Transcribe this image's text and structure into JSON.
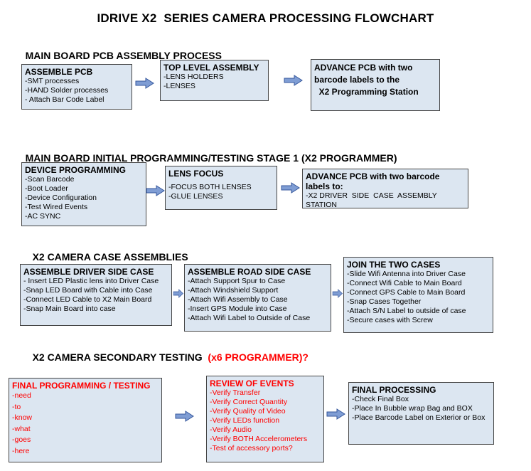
{
  "title": "IDRIVE X2  SERIES CAMERA PROCESSING FLOWCHART",
  "colors": {
    "box_bg": "#dce6f1",
    "box_border": "#464646",
    "arrow_fill": "#7f9dd4",
    "arrow_stroke": "#34569b",
    "red": "#ff0000"
  },
  "sections": [
    {
      "heading": "MAIN BOARD PCB ASSEMBLY PROCESS",
      "boxes": [
        {
          "title": "ASSEMBLE PCB",
          "items": [
            "-SMT processes",
            "-HAND Solder processes",
            "- Attach Bar Code Label"
          ]
        },
        {
          "title": "TOP LEVEL ASSEMBLY",
          "items": [
            "-LENS HOLDERS",
            "-LENSES"
          ]
        },
        {
          "title": "ADVANCE PCB with two\nbarcode labels to the\n  X2 Programming Station",
          "items": []
        }
      ]
    },
    {
      "heading": "MAIN BOARD INITIAL PROGRAMMING/TESTING STAGE 1 (X2 PROGRAMMER)",
      "boxes": [
        {
          "title": "DEVICE PROGRAMMING",
          "items": [
            "-Scan Barcode",
            "-Boot Loader",
            "-Device Configuration",
            "-Test Wired Events",
            "-AC SYNC"
          ]
        },
        {
          "title": "LENS FOCUS",
          "items": [
            "-FOCUS BOTH LENSES",
            "-GLUE LENSES"
          ]
        },
        {
          "title": "ADVANCE PCB with two barcode labels to:",
          "items": [
            "-X2 DRIVER  SIDE  CASE  ASSEMBLY STATION"
          ]
        }
      ]
    },
    {
      "heading": "X2 CAMERA CASE ASSEMBLIES",
      "boxes": [
        {
          "title": "ASSEMBLE DRIVER SIDE CASE",
          "items": [
            "- Insert LED Plastic lens into Driver Case",
            "-Snap LED Board with Cable into Case",
            "-Connect LED Cable to X2 Main Board",
            "-Snap Main Board into case"
          ]
        },
        {
          "title": "ASSEMBLE ROAD SIDE CASE",
          "items": [
            "-Attach Support Spur to Case",
            "-Attach Windshield Support",
            "-Attach Wifi Assembly to Case",
            "-Insert GPS Module into Case",
            "-Attach Wifi Label to Outside of Case"
          ]
        },
        {
          "title": "JOIN THE TWO CASES",
          "items": [
            "-Slide Wifi Antenna into Driver Case",
            "-Connect Wifi Cable to Main Board",
            "-Connect GPS Cable to Main Board",
            "-Snap Cases Together",
            "-Attach S/N Label to outside of case",
            "-Secure cases with Screw"
          ]
        }
      ]
    },
    {
      "heading": "X2 CAMERA SECONDARY TESTING ",
      "heading_red": " (x6 PROGRAMMER)?",
      "boxes": [
        {
          "title": "FINAL PROGRAMMING / TESTING",
          "items": [
            "-need",
            "-to",
            "-know",
            "-what",
            "-goes",
            "-here"
          ]
        },
        {
          "title": "REVIEW OF EVENTS",
          "items": [
            "-Verify Transfer",
            "-Verify Correct Quantity",
            "-Verify Quality of Video",
            "-Verify LEDs function",
            "-Verify Audio",
            "-Verify BOTH Accelerometers",
            "-Test of accessory ports?"
          ]
        },
        {
          "title": "FINAL PROCESSING",
          "items": [
            "-Check Final Box",
            "-Place In Bubble wrap Bag and BOX",
            "-Place Barcode Label on Exterior or Box"
          ]
        }
      ]
    }
  ]
}
